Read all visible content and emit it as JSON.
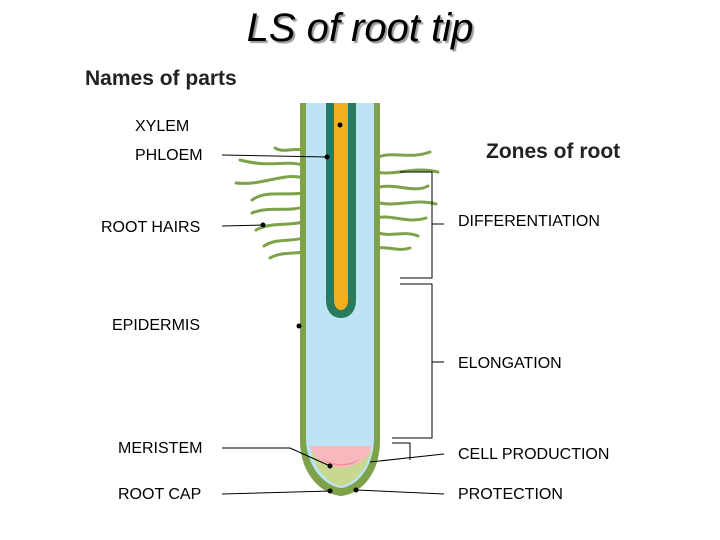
{
  "title": "LS of root tip",
  "names_heading": "Names of parts",
  "zones_heading": "Zones of root",
  "parts": {
    "xylem": "XYLEM",
    "phloem": "PHLOEM",
    "root_hairs": "ROOT HAIRS",
    "epidermis": "EPIDERMIS",
    "meristem": "MERISTEM",
    "root_cap": "ROOT CAP"
  },
  "zones": {
    "differentiation": "DIFFERENTIATION",
    "elongation": "ELONGATION",
    "cell_production": "CELL PRODUCTION",
    "protection": "PROTECTION"
  },
  "colors": {
    "cortex": "#bde3f4",
    "epidermis": "#7ea24a",
    "phloem": "#2a7a5e",
    "xylem": "#f2b01e",
    "meristem": "#f7b8be",
    "meristem_dark": "#f08c96",
    "root_cap": "#c7d98f",
    "leader_line": "#000000"
  }
}
